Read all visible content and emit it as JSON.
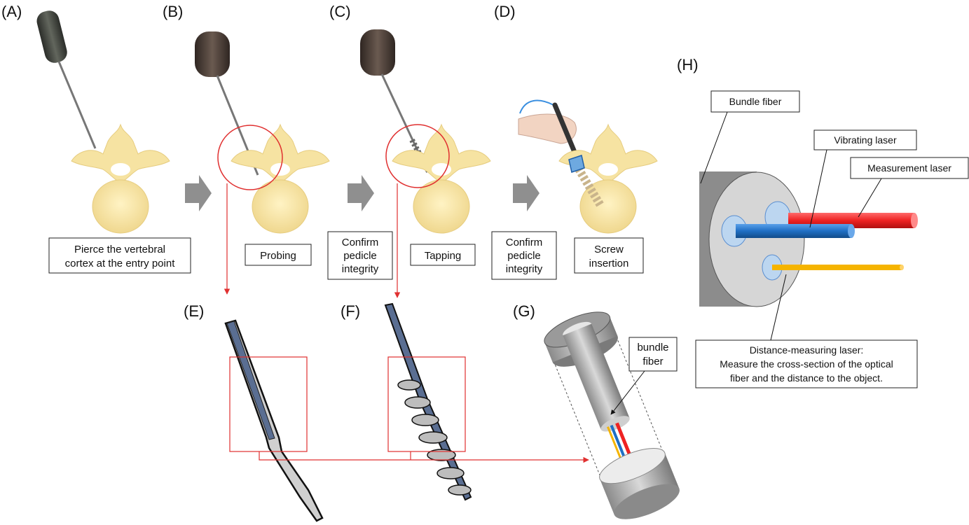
{
  "panels": {
    "A": "(A)",
    "B": "(B)",
    "C": "(C)",
    "D": "(D)",
    "E": "(E)",
    "F": "(F)",
    "G": "(G)",
    "H": "(H)"
  },
  "steps": {
    "pierce": [
      "Pierce the vertebral",
      "cortex at the entry point"
    ],
    "probing": "Probing",
    "confirm1": [
      "Confirm",
      "pedicle",
      "integrity"
    ],
    "tapping": "Tapping",
    "confirm2": [
      "Confirm",
      "pedicle",
      "integrity"
    ],
    "screw": [
      "Screw",
      "insertion"
    ]
  },
  "panel_g": {
    "bundle": [
      "bundle",
      "fiber"
    ]
  },
  "panel_h": {
    "bundle_fiber": "Bundle fiber",
    "vibrating_laser": "Vibrating laser",
    "measurement_laser": "Measurement laser",
    "distance_note": [
      "Distance-measuring laser:",
      "Measure the cross-section of the optical",
      "fiber and the distance to the object."
    ]
  },
  "colors": {
    "bone": "#f7e6a8",
    "bone_edge": "#e2c677",
    "highlight_circle": "#e03030",
    "laser_red": "#ee2222",
    "laser_blue": "#1f6fc4",
    "laser_yellow": "#f5b400",
    "fiber_gray": "#9a9a9a",
    "handle_brown": "#4a3d36"
  }
}
